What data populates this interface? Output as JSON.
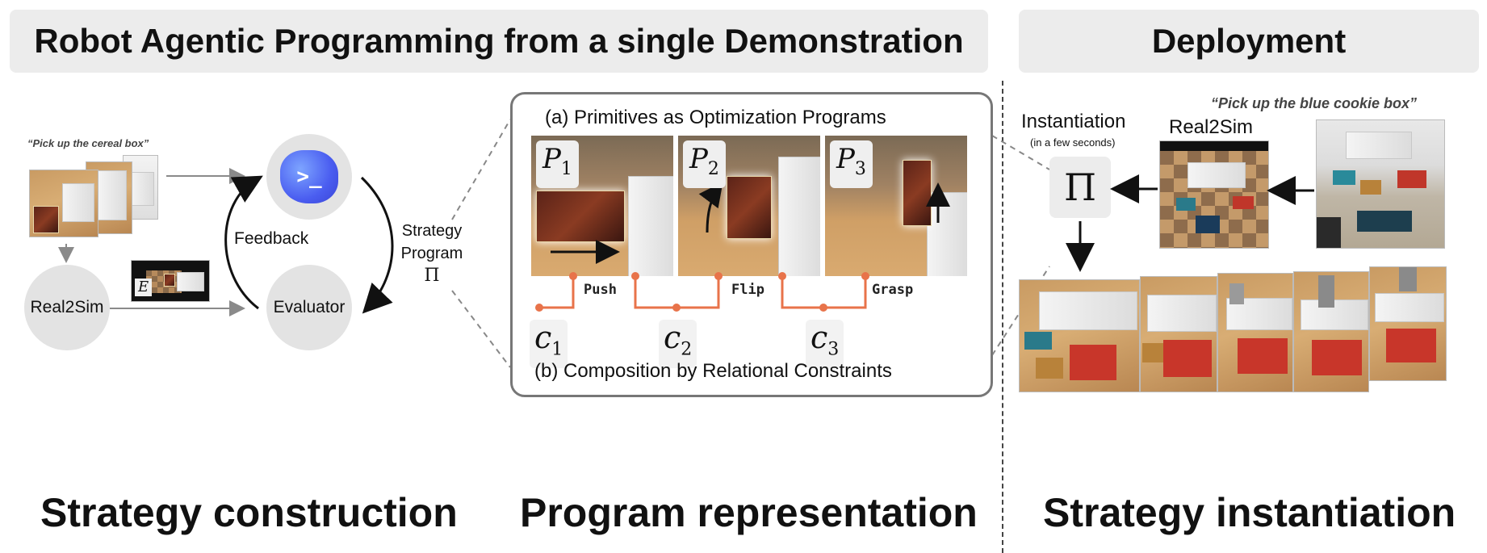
{
  "banners": {
    "left": "Robot Agentic Programming from a single Demonstration",
    "right": "Deployment"
  },
  "construction": {
    "quote": "“Pick up the cereal box”",
    "real2sim_node": "Real2Sim",
    "evaluator_node": "Evaluator",
    "feedback_label": "Feedback",
    "env_label": "E",
    "strategy_label_line1": "Strategy",
    "strategy_label_line2": "Program",
    "strategy_symbol": "Π",
    "agent_icon": "terminal-prompt-icon"
  },
  "representation": {
    "title_a": "(a) Primitives as Optimization Programs",
    "title_b": "(b) Composition by Relational Constraints",
    "primitives": [
      {
        "symbol": "P",
        "index": "1",
        "action": "Push"
      },
      {
        "symbol": "P",
        "index": "2",
        "action": "Flip"
      },
      {
        "symbol": "P",
        "index": "3",
        "action": "Grasp"
      }
    ],
    "constraints": [
      {
        "symbol": "c",
        "index": "1"
      },
      {
        "symbol": "c",
        "index": "2"
      },
      {
        "symbol": "c",
        "index": "3"
      }
    ],
    "constraint_color": "#e8734a"
  },
  "deployment": {
    "quote": "“Pick up the blue cookie box”",
    "instantiation_label": "Instantiation",
    "instantiation_sub": "(in a few seconds)",
    "real2sim_label": "Real2Sim",
    "pi_symbol": "Π"
  },
  "section_titles": {
    "left": "Strategy construction",
    "middle": "Program representation",
    "right": "Strategy instantiation"
  }
}
